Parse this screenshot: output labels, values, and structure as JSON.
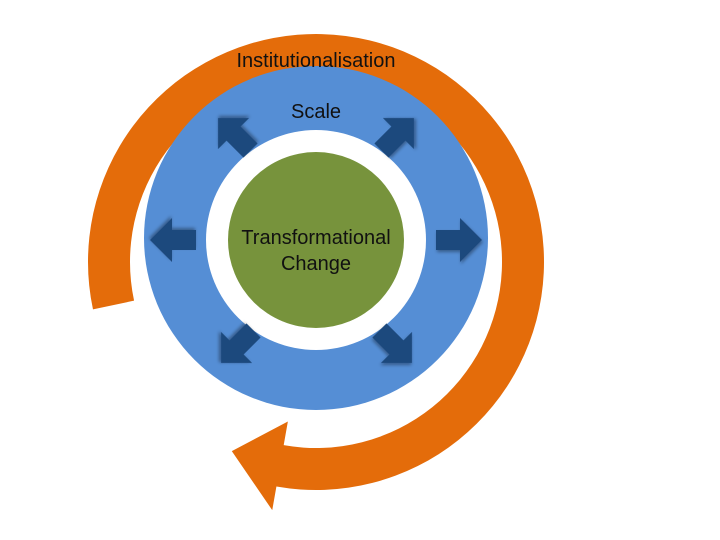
{
  "diagram": {
    "outer_label": "Institutionalisation",
    "middle_label": "Scale",
    "core_label_line1": "Transformational",
    "core_label_line2": "Change",
    "colors": {
      "orange_arrow": "#E46C0A",
      "blue_ring": "#558ED5",
      "dark_arrows": "#1F497D",
      "green_core": "#77933C",
      "background": "#FFFFFF"
    },
    "scale_arrows": [
      {
        "direction": "up-left"
      },
      {
        "direction": "up-right"
      },
      {
        "direction": "left"
      },
      {
        "direction": "right"
      },
      {
        "direction": "down-left"
      },
      {
        "direction": "down-right"
      }
    ]
  }
}
